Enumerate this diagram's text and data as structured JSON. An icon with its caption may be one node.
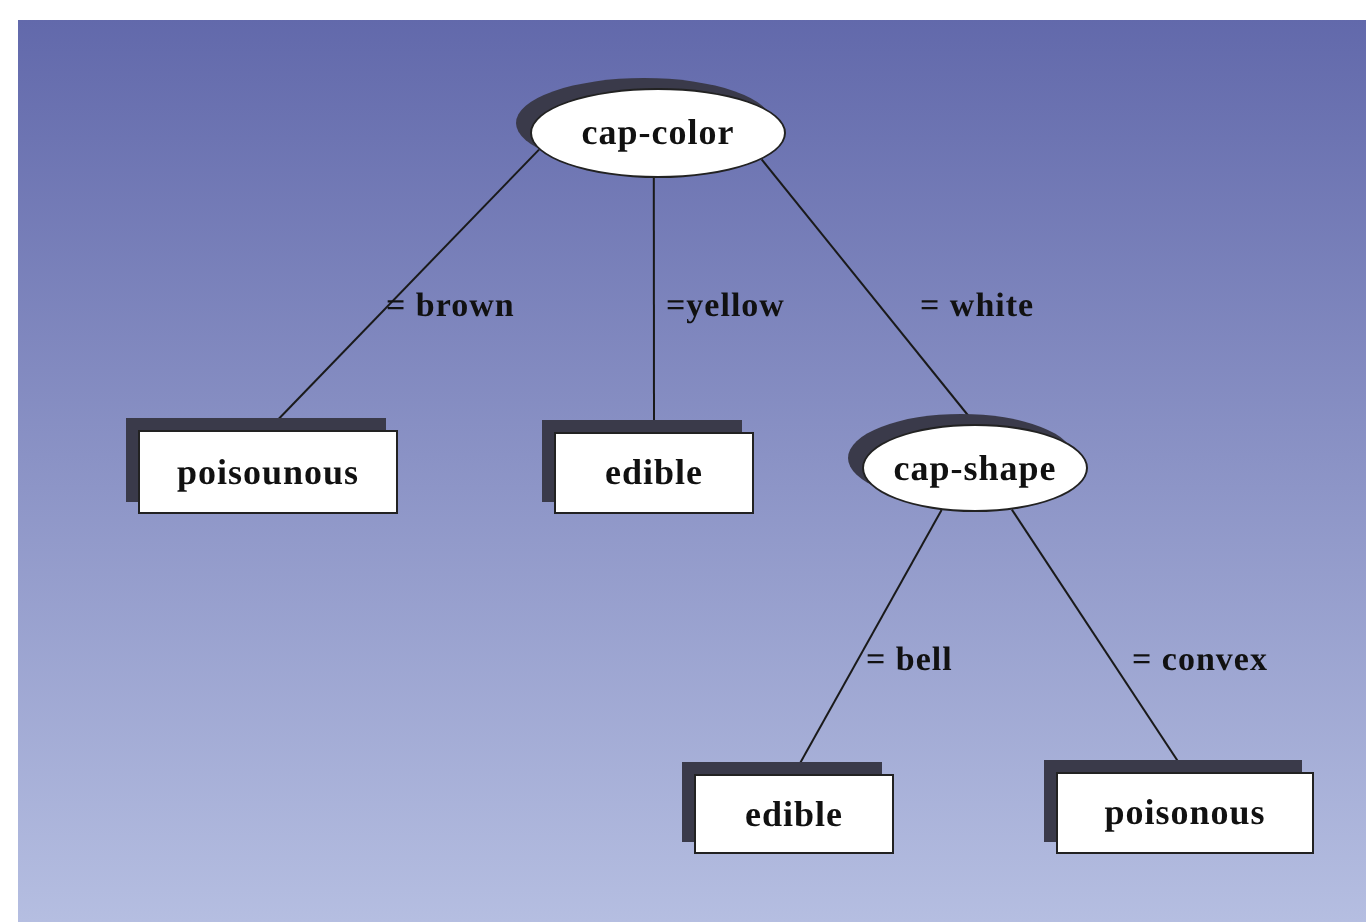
{
  "diagram": {
    "nodes": [
      {
        "text": [
          "cap-color"
        ]
      },
      {
        "text": [
          "poisounous"
        ]
      },
      {
        "text": [
          "edible"
        ]
      },
      {
        "text": [
          "cap-shape"
        ]
      },
      {
        "text": [
          "edible"
        ]
      },
      {
        "text": [
          "poisonous"
        ]
      }
    ],
    "edges": [
      {
        "from": 0,
        "to": 1,
        "arrow": "none",
        "label": "= brown"
      },
      {
        "from": 0,
        "to": 2,
        "arrow": "none",
        "label": "=yellow"
      },
      {
        "from": 0,
        "to": 3,
        "arrow": "none",
        "label": "= white"
      },
      {
        "from": 3,
        "to": 4,
        "arrow": "none",
        "label": "= bell"
      },
      {
        "from": 3,
        "to": 5,
        "arrow": "none",
        "label": "= convex"
      }
    ]
  }
}
